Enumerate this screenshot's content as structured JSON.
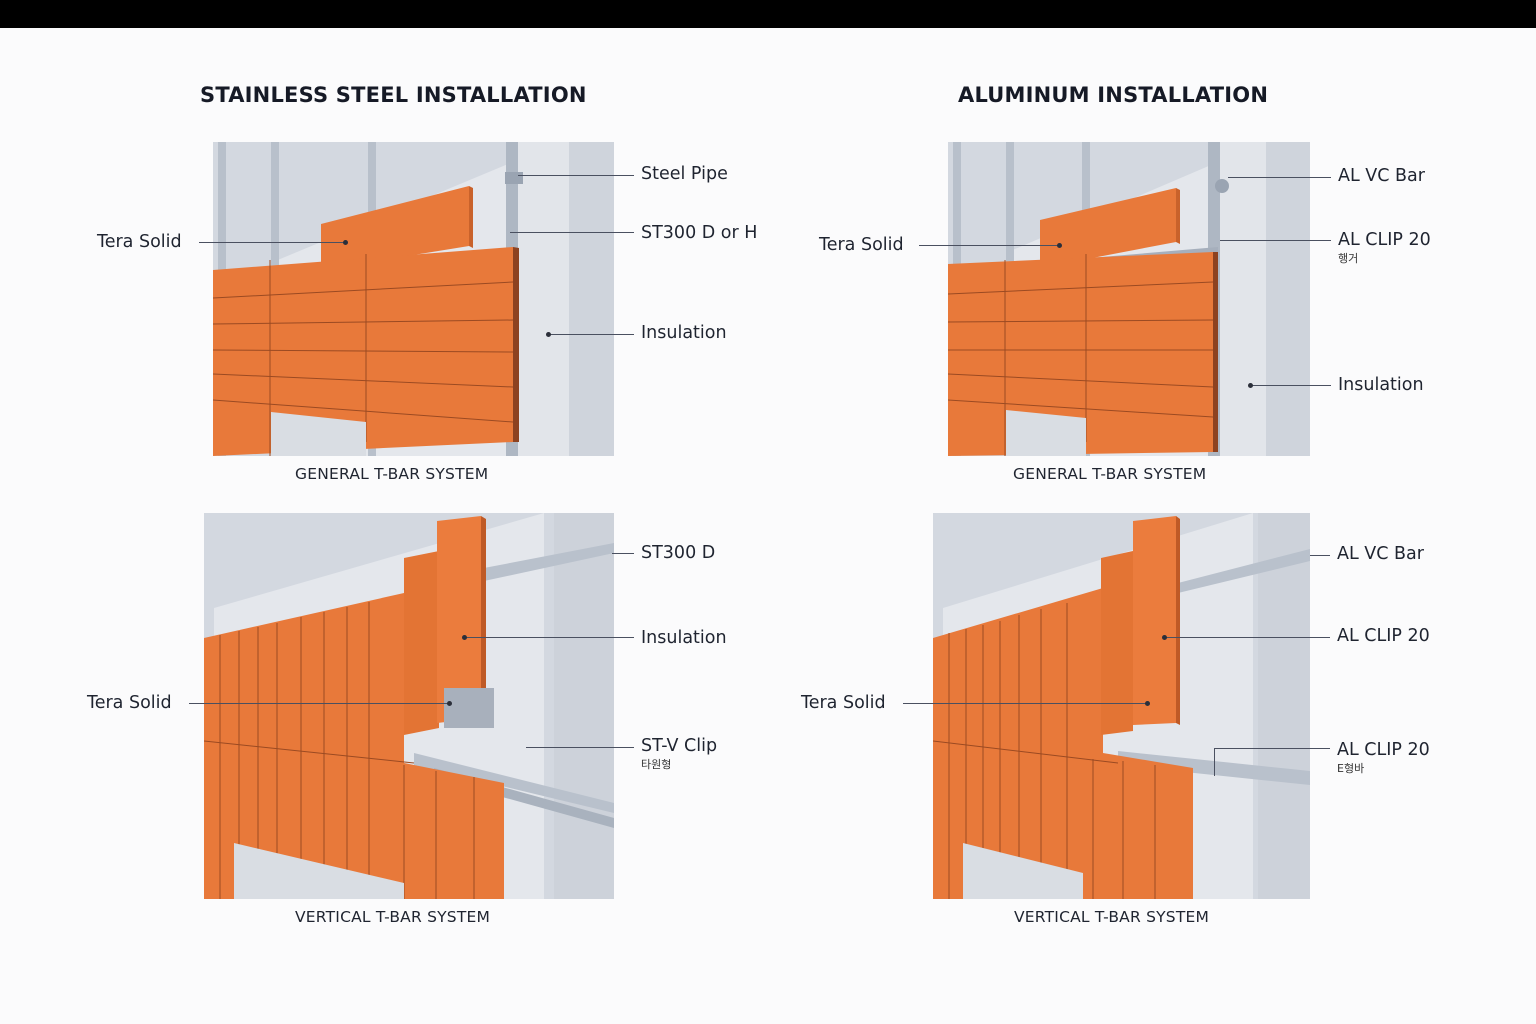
{
  "sections": [
    {
      "title": "STAINLESS STEEL INSTALLATION",
      "diagrams": [
        {
          "caption": "GENERAL T-BAR SYSTEM",
          "left_labels": [
            "Tera Solid"
          ],
          "right_labels": [
            {
              "text": "Steel Pipe"
            },
            {
              "text": "ST300 D or H"
            },
            {
              "text": "Insulation"
            }
          ]
        },
        {
          "caption": "VERTICAL T-BAR SYSTEM",
          "left_labels": [
            "Tera Solid"
          ],
          "right_labels": [
            {
              "text": "ST300 D"
            },
            {
              "text": "Insulation"
            },
            {
              "text": "ST-V Clip",
              "sub": "타원형"
            }
          ]
        }
      ]
    },
    {
      "title": "ALUMINUM INSTALLATION",
      "diagrams": [
        {
          "caption": "GENERAL T-BAR SYSTEM",
          "left_labels": [
            "Tera Solid"
          ],
          "right_labels": [
            {
              "text": "AL VC Bar"
            },
            {
              "text": "AL CLIP 20",
              "sub": "행거"
            },
            {
              "text": "Insulation"
            }
          ]
        },
        {
          "caption": "VERTICAL T-BAR SYSTEM",
          "left_labels": [
            "Tera Solid"
          ],
          "right_labels": [
            {
              "text": "AL VC Bar"
            },
            {
              "text": "AL CLIP 20"
            },
            {
              "text": "AL CLIP 20",
              "sub": "E형바"
            }
          ]
        }
      ]
    }
  ],
  "colors": {
    "tile_orange": "#e8793a",
    "tile_orange_dark": "#c9622b",
    "wall_gray": "#d5d9e0",
    "insulation": "#e6e9ee",
    "metal": "#b9c1cc",
    "text": "#1d2230",
    "background": "#fbfbfc",
    "top_bar": "#000000"
  }
}
